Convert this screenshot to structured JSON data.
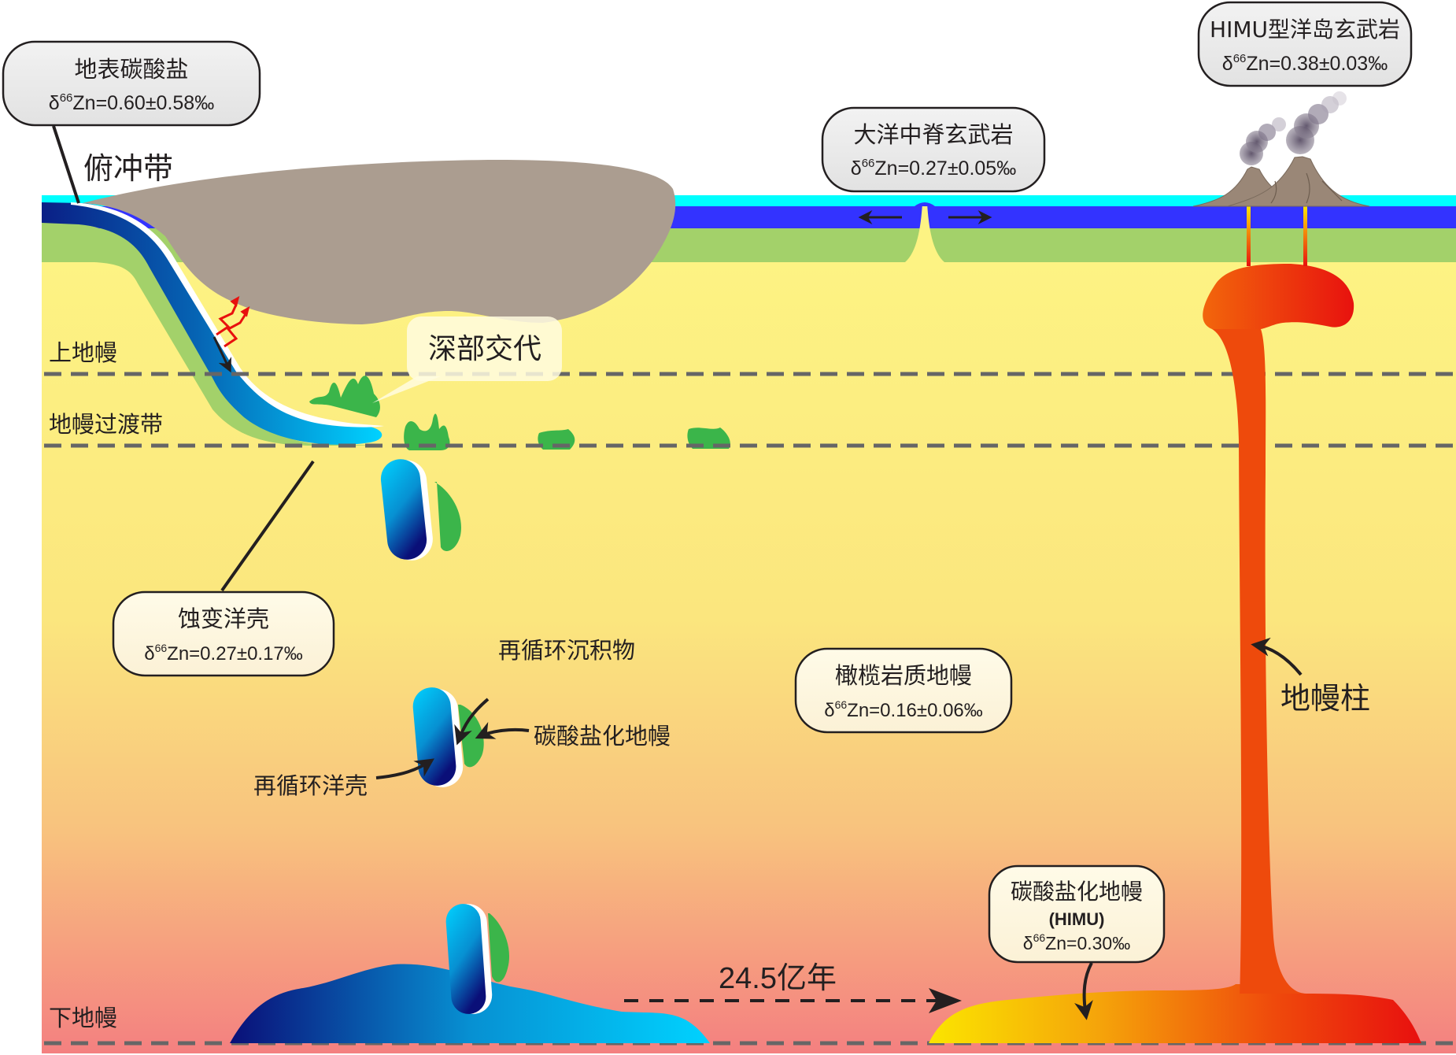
{
  "title": "锌同位素地幔循环示意图",
  "layers": {
    "upper_mantle": "上地幔",
    "transition_zone": "地幔过渡带",
    "lower_mantle": "下地幔",
    "subduction_zone": "俯冲带"
  },
  "callouts": {
    "surface_carbonate": {
      "name": "地表碳酸盐",
      "value": "δ⁶⁶Zn=0.60±0.58‰",
      "iso_prefix": "δ",
      "iso_mass": "66",
      "iso_rest": "Zn=0.60±0.58‰"
    },
    "morb": {
      "name": "大洋中脊玄武岩",
      "value": "δ⁶⁶Zn=0.27±0.05‰",
      "iso_prefix": "δ",
      "iso_mass": "66",
      "iso_rest": "Zn=0.27±0.05‰"
    },
    "himu_oib": {
      "name": "HIMU型洋岛玄武岩",
      "value": "δ⁶⁶Zn=0.38±0.03‰",
      "iso_prefix": "δ",
      "iso_mass": "66",
      "iso_rest": "Zn=0.38±0.03‰"
    },
    "altered_crust": {
      "name": "蚀变洋壳",
      "value": "δ⁶⁶Zn=0.27±0.17‰",
      "iso_prefix": "δ",
      "iso_mass": "66",
      "iso_rest": "Zn=0.27±0.17‰"
    },
    "peridotite_mantle": {
      "name": "橄榄岩质地幔",
      "value": "δ⁶⁶Zn=0.16±0.06‰",
      "iso_prefix": "δ",
      "iso_mass": "66",
      "iso_rest": "Zn=0.16±0.06‰"
    },
    "carbonated_mantle_himu": {
      "name": "碳酸盐化地幔",
      "subname": "(HIMU)",
      "value": "δ⁶⁶Zn=0.30‰",
      "iso_prefix": "δ",
      "iso_mass": "66",
      "iso_rest": "Zn=0.30‰"
    },
    "deep_metasomatism": {
      "name": "深部交代"
    }
  },
  "labels": {
    "recycled_sediment": "再循环沉积物",
    "carbonated_mantle": "碳酸盐化地幔",
    "recycled_crust": "再循环洋壳",
    "mantle_plume": "地幔柱",
    "time_span": "24.5亿年"
  },
  "colors": {
    "ocean": "#00ffff",
    "oceanic_crust": "#3333ff",
    "lithosphere": "#a3d16a",
    "continent": "#ab9d90",
    "mantle_top": "#fdf383",
    "mantle_bottom": "#f48080",
    "metasomatized": "#3bb54a",
    "plume_hot": "#e8100e",
    "plume_warm": "#f26b0c",
    "slab_dark": "#0a1f86",
    "slab_light": "#00d2ff",
    "callout_grey": "#ececec",
    "callout_cream": "#fdf8e0"
  }
}
